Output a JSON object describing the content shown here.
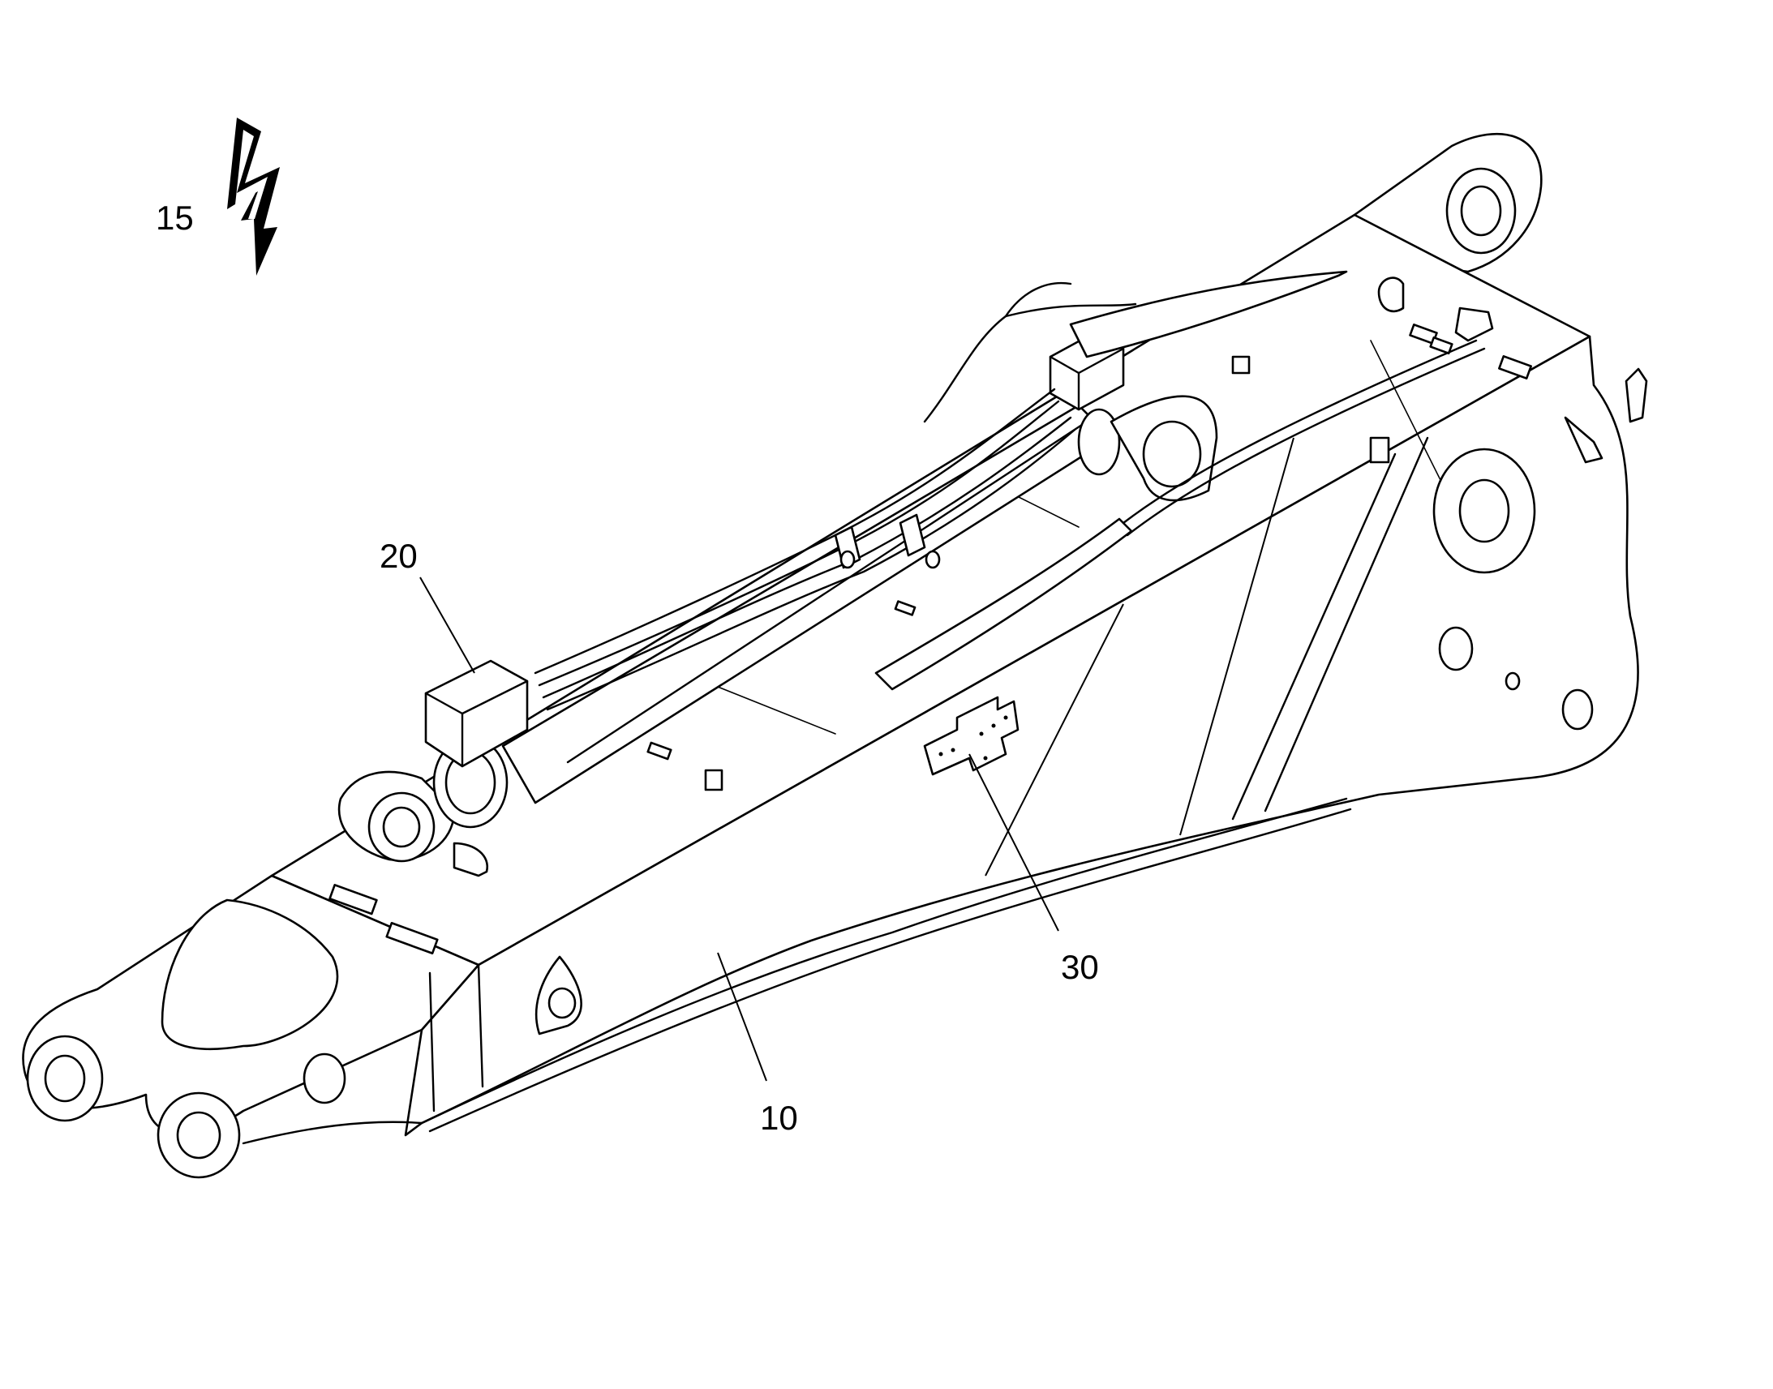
{
  "callouts": [
    {
      "id": "c15",
      "label": "15"
    },
    {
      "id": "c20",
      "label": "20"
    },
    {
      "id": "c30",
      "label": "30"
    },
    {
      "id": "c10",
      "label": "10"
    }
  ],
  "symbols": {
    "hazard": "lightning-bolt-icon"
  },
  "colors": {
    "line": "#000000",
    "background": "#ffffff"
  }
}
